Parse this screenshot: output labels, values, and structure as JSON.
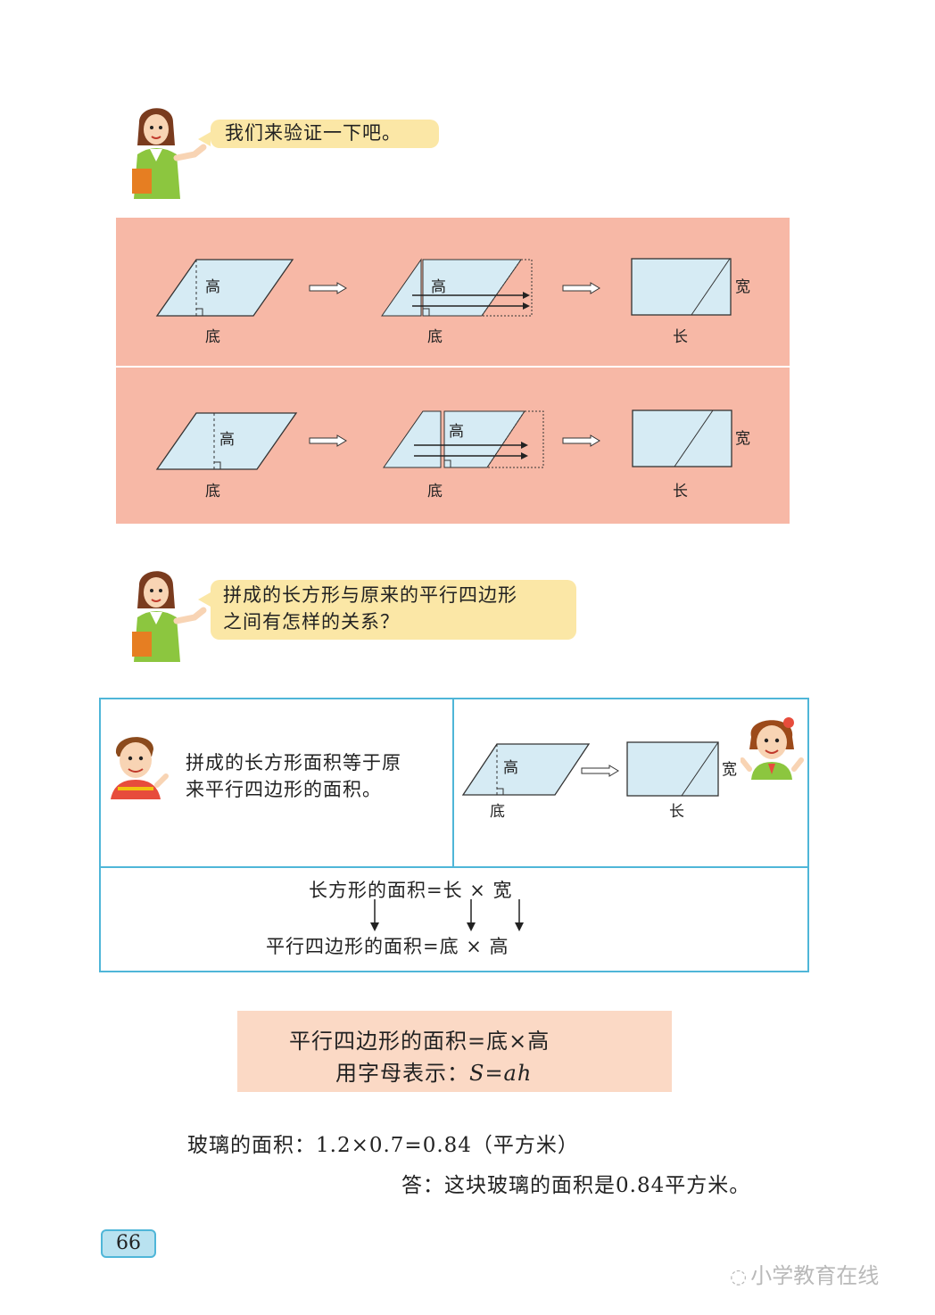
{
  "bubble1": "我们来验证一下吧。",
  "bubble2": {
    "line1": "拼成的长方形与原来的平行四边形",
    "line2": "之间有怎样的关系？"
  },
  "diagram_labels": {
    "height": "高",
    "base": "底",
    "length": "长",
    "width": "宽"
  },
  "boy_statement": {
    "line1": "拼成的长方形面积等于原",
    "line2": "来平行四边形的面积。"
  },
  "derivation": {
    "rect_formula": "长方形的面积=长 × 宽",
    "para_formula": "平行四边形的面积=底 × 高"
  },
  "summary": {
    "line1": "平行四边形的面积=底×高",
    "line2_prefix": "用字母表示：",
    "line2_formula": "S=ah"
  },
  "solution": {
    "calc": "玻璃的面积：1.2×0.7=0.84（平方米）",
    "answer": "答：这块玻璃的面积是0.84平方米。"
  },
  "page_number": "66",
  "watermark": "小学教育在线",
  "colors": {
    "panel": "#f7b8a6",
    "shape_fill": "#d6ebf4",
    "bubble": "#fbe7a6",
    "frame": "#4fb6d8",
    "summary": "#fbd9c5"
  }
}
